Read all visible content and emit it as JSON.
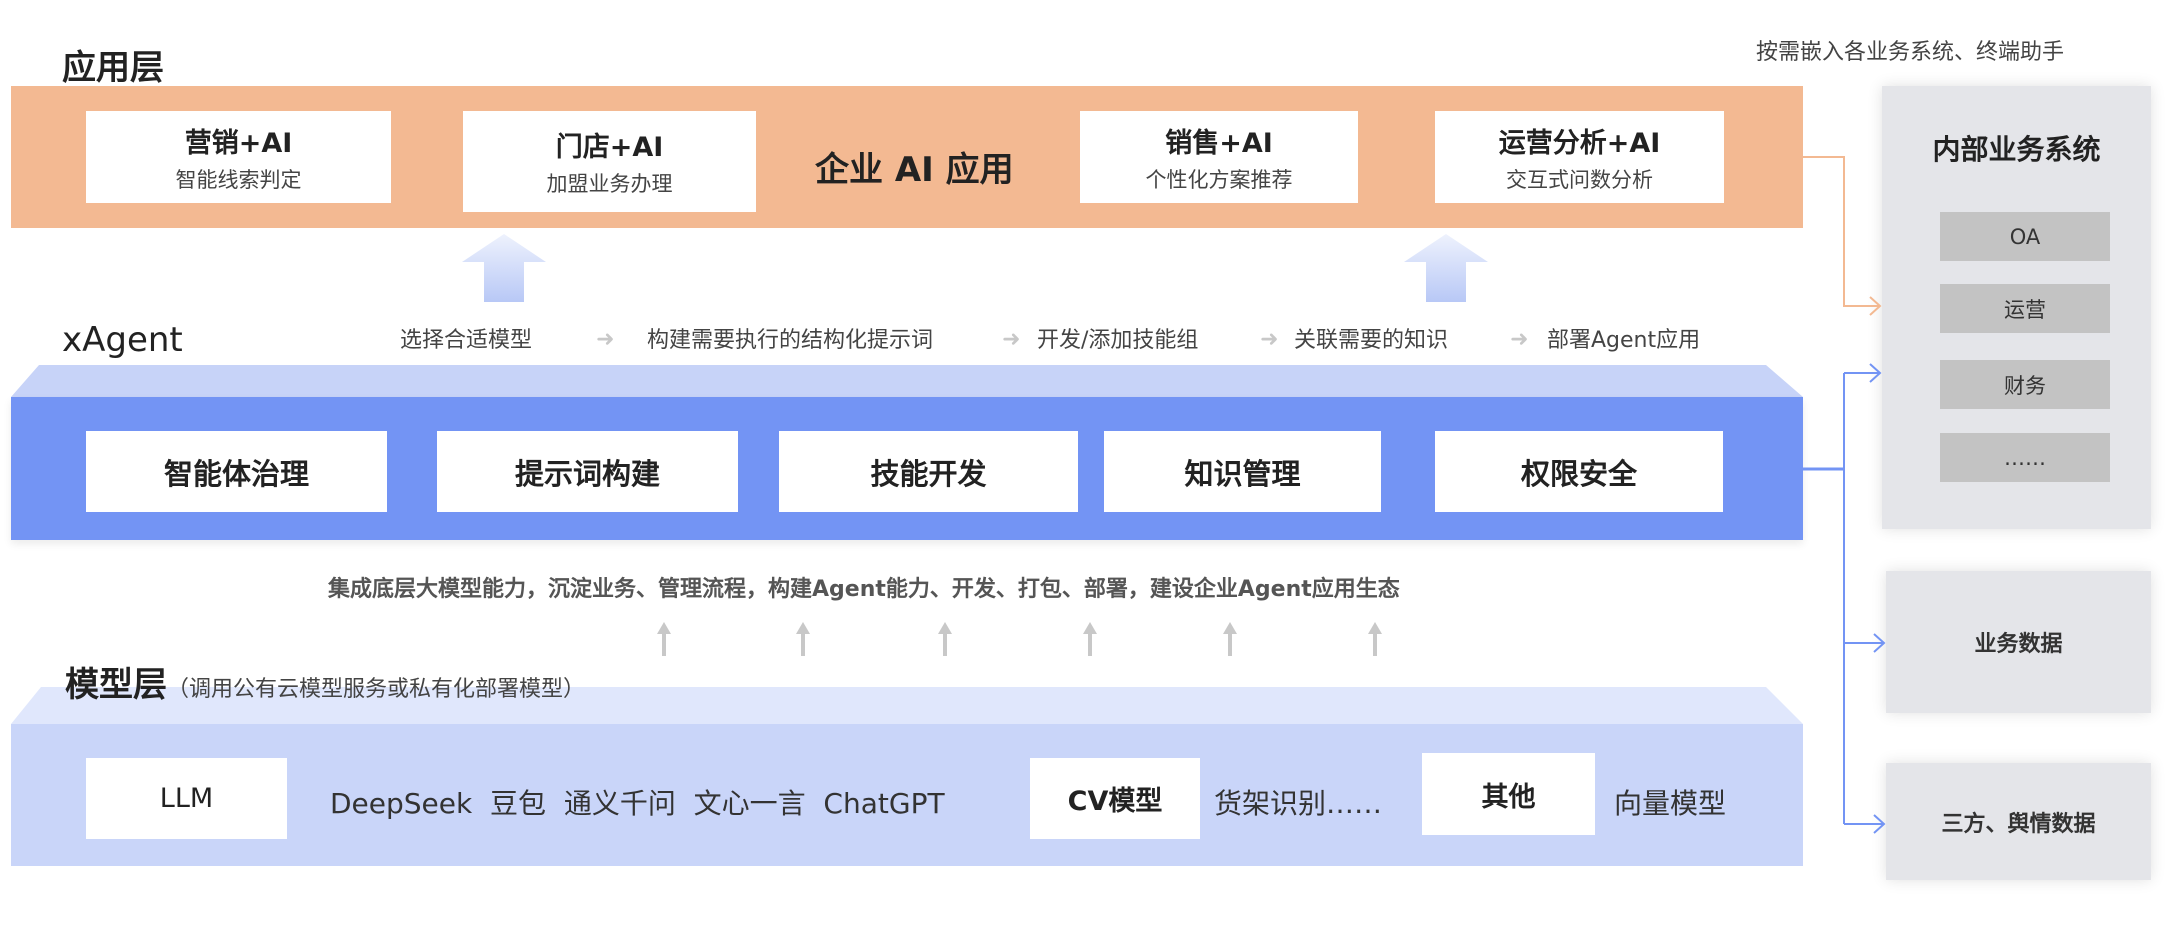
{
  "app_layer": {
    "title": "应用层",
    "center_label": "企业 AI 应用",
    "apps": [
      {
        "title": "营销+AI",
        "subtitle": "智能线索判定"
      },
      {
        "title": "门店+AI",
        "subtitle": "加盟业务办理"
      },
      {
        "title": "销售+AI",
        "subtitle": "个性化方案推荐"
      },
      {
        "title": "运营分析+AI",
        "subtitle": "交互式问数分析"
      }
    ]
  },
  "xagent": {
    "title": "xAgent",
    "steps": [
      "选择合适模型",
      "构建需要执行的结构化提示词",
      "开发/添加技能组",
      "关联需要的知识",
      "部署Agent应用"
    ],
    "modules": [
      "智能体治理",
      "提示词构建",
      "技能开发",
      "知识管理",
      "权限安全"
    ],
    "description": "集成底层大模型能力，沉淀业务、管理流程，构建Agent能力、开发、打包、部署，建设企业Agent应用生态"
  },
  "model_layer": {
    "title": "模型层",
    "subtitle": "（调用公有云模型服务或私有化部署模型）",
    "llm_label": "LLM",
    "llm_models": "DeepSeek  豆包  通义千问  文心一言  ChatGPT",
    "cv_label": "CV模型",
    "cv_models": "货架识别……",
    "other_label": "其他",
    "other_models": "向量模型"
  },
  "right": {
    "caption": "按需嵌入各业务系统、终端助手",
    "internal_title": "内部业务系统",
    "internal_items": [
      "OA",
      "运营",
      "财务",
      "……"
    ],
    "business_data": "业务数据",
    "third_party": "三方、舆情数据"
  },
  "colors": {
    "orange": "#f3b992",
    "blue": "#7394f4",
    "blue_light": "#c7d3f8",
    "model": "#c9d5f9"
  }
}
